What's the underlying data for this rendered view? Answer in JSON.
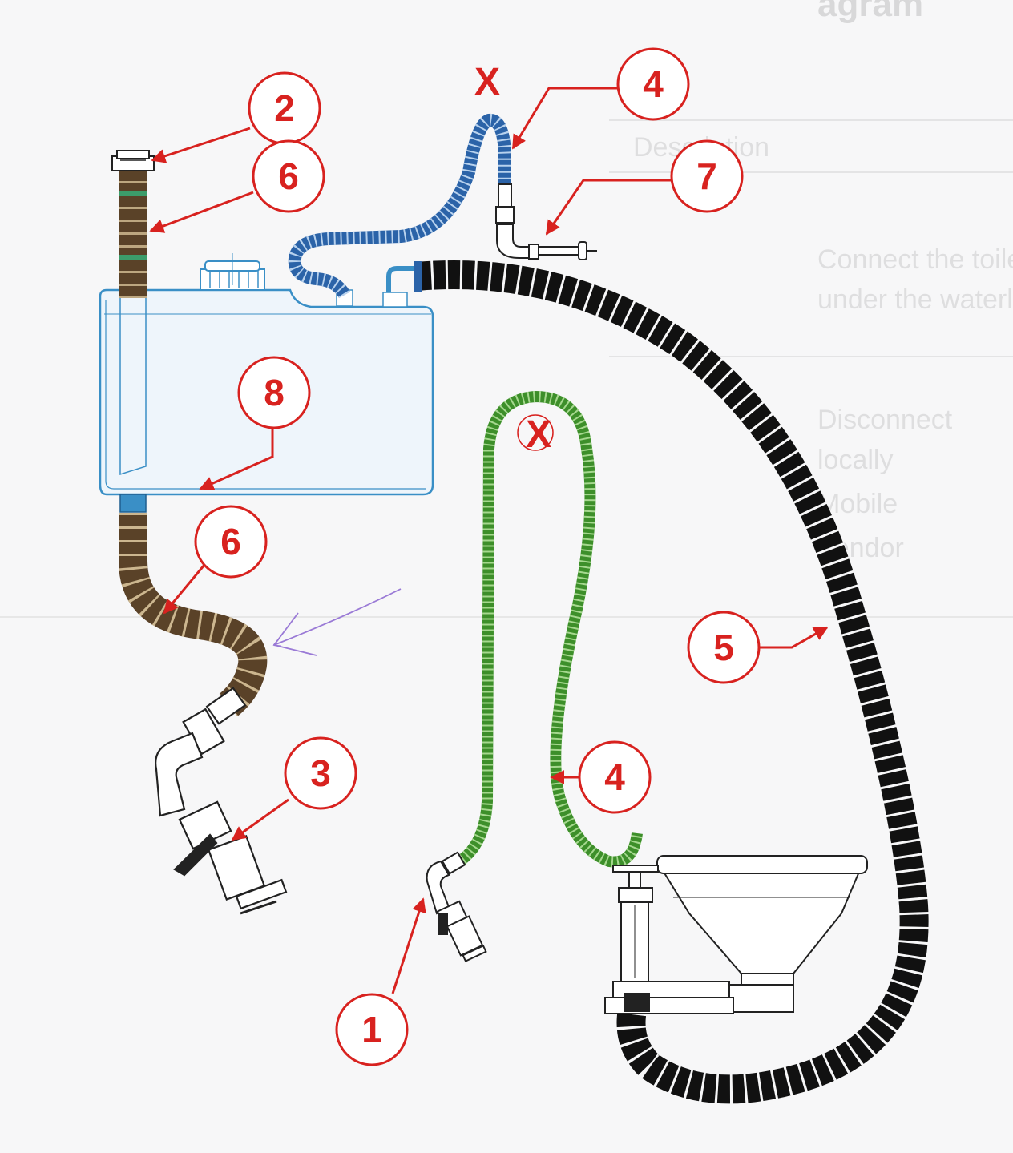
{
  "colors": {
    "callout": "#d8221f",
    "tank": "#3a8fc6",
    "hose_brown": "#5a4228",
    "hose_blue": "#2b63a8",
    "hose_green": "#3d8f2a",
    "hose_black": "#111111",
    "fitting": "#222222",
    "background": "#f7f7f8"
  },
  "callouts": {
    "c1": "1",
    "c2": "2",
    "c3": "3",
    "c4_top": "4",
    "c4_bottom": "4",
    "c5": "5",
    "c6_top": "6",
    "c6_bottom": "6",
    "c7": "7",
    "c8": "8"
  },
  "marks": {
    "x_top": "X",
    "x_loop": "X"
  },
  "background_text": [
    "Description",
    "Connect the toilet inlet",
    "under the waterline",
    "Disconnect",
    "locally",
    "Mobile",
    "Vendor"
  ],
  "components": {
    "tank": "holding-tank",
    "toilet": "marine-toilet",
    "discharge_seacock": "seacock-3",
    "intake_seacock": "seacock-1",
    "vent_fitting": "vent-fitting-7",
    "deck_fitting": "deck-fitting-2"
  }
}
